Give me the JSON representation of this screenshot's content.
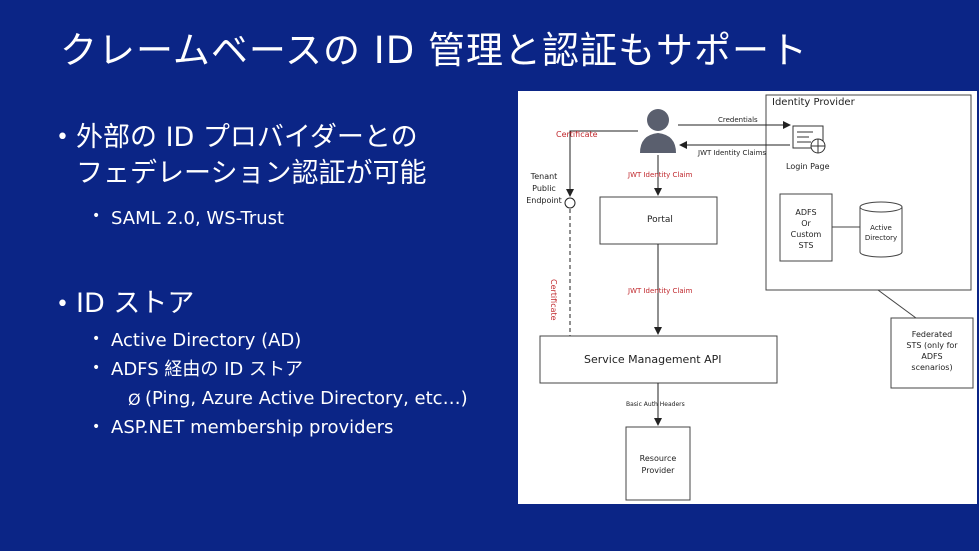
{
  "slide": {
    "title": "クレームベースの ID 管理と認証もサポート",
    "bullet1": {
      "line1": "外部の ID プロバイダーとの",
      "line2": "フェデレーション認証が可能"
    },
    "bullet1_sub": [
      "SAML 2.0, WS-Trust"
    ],
    "bullet2": "ID ストア",
    "bullet2_subs": [
      "Active Directory (AD)",
      "ADFS 経由の ID ストア"
    ],
    "bullet2_subsub": "(Ping, Azure Active Directory, etc…)",
    "bullet2_last": "ASP.NET membership providers",
    "bullet_char": "•",
    "arrow_char": "Ø"
  },
  "diagram": {
    "identity_provider": "Identity Provider",
    "credentials": "Credentials",
    "certificate": "Certificate",
    "jwt_identity_claims": "JWT Identity Claims",
    "login_page": "Login Page",
    "jwt_identity_claim_top": "JWT Identity Claim",
    "tenant_endpoint": [
      "Tenant",
      "Public",
      "Endpoint"
    ],
    "portal": "Portal",
    "adfs": [
      "ADFS",
      "Or",
      "Custom",
      "STS"
    ],
    "active_directory": [
      "Active",
      "Directory"
    ],
    "certificate_vertical": "Certificate",
    "jwt_identity_claim_bottom": "JWT Identity Claim",
    "federated_sts": [
      "Federated",
      "STS (only for",
      "ADFS",
      "scenarios)"
    ],
    "service_management_api": "Service Management API",
    "basic_auth_headers": "Basic Auth Headers",
    "resource_provider": [
      "Resource",
      "Provider"
    ]
  },
  "colors": {
    "background": "#0b2586",
    "diagram_red": "#c0282d"
  }
}
